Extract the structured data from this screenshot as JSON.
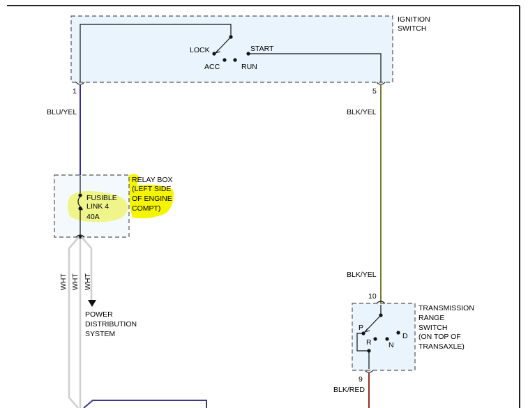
{
  "ignition_switch": {
    "label_line1": "IGNITION",
    "label_line2": "SWITCH",
    "positions": {
      "lock": "LOCK",
      "acc": "ACC",
      "run": "RUN",
      "start": "START"
    },
    "pin_left": "1",
    "pin_right": "5"
  },
  "wires": {
    "ign_left": "BLU/YEL",
    "ign_right_top": "BLK/YEL",
    "ign_right_bottom": "BLK/YEL",
    "trs_out": "BLK/RED",
    "white_1": "WHT",
    "white_2": "WHT",
    "white_3": "WHT"
  },
  "relay_box": {
    "label_line1": "RELAY BOX",
    "label_line2": "(LEFT SIDE",
    "label_line3": "OF ENGINE",
    "label_line4": "COMPT)"
  },
  "fusible_link": {
    "line1": "FUSIBLE",
    "line2": "LINK 4",
    "rating": "40A"
  },
  "power_distribution": {
    "line1": "POWER",
    "line2": "DISTRIBUTION",
    "line3": "SYSTEM"
  },
  "transmission_switch": {
    "label_line1": "TRANSMISSION",
    "label_line2": "RANGE",
    "label_line3": "SWITCH",
    "label_line4": "(ON TOP OF",
    "label_line5": "TRANSAXLE)",
    "pin_top": "10",
    "pin_bottom": "9",
    "positions": {
      "p": "P",
      "r": "R",
      "n": "N",
      "d": "D"
    }
  },
  "colors": {
    "box_fill": "#e9f4fc",
    "blu_yel": "#2e2ab0",
    "blk_yel": "#7c7a2a",
    "blk_red": "#9a2a20",
    "white_wire": "#cfcfcf",
    "highlight": "#f5f500",
    "frame": "#222222"
  }
}
